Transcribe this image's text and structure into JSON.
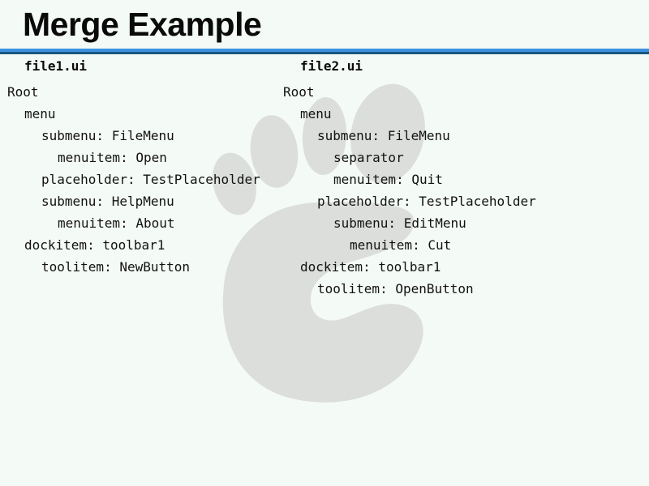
{
  "slide": {
    "title": "Merge Example",
    "background_color": "#f4faf5",
    "title_color": "#0a0a0a",
    "text_color": "#121212",
    "rule_light_color": "#3b92e0",
    "rule_dark_color": "#1b5580",
    "watermark_color": "#dcdedc",
    "watermark_icon": "gnome-foot-logo"
  },
  "columns": [
    {
      "heading": "file1.ui",
      "nodes": [
        {
          "text": "Root",
          "depth": 0
        },
        {
          "text": "menu",
          "depth": 1
        },
        {
          "text": "submenu: FileMenu",
          "depth": 2
        },
        {
          "text": "menuitem: Open",
          "depth": 3
        },
        {
          "text": "placeholder: TestPlaceholder",
          "depth": 2
        },
        {
          "text": "submenu: HelpMenu",
          "depth": 2
        },
        {
          "text": "menuitem: About",
          "depth": 3
        },
        {
          "text": "dockitem: toolbar1",
          "depth": 1
        },
        {
          "text": "toolitem: NewButton",
          "depth": 2
        }
      ]
    },
    {
      "heading": "file2.ui",
      "nodes": [
        {
          "text": "Root",
          "depth": 0
        },
        {
          "text": "menu",
          "depth": 1
        },
        {
          "text": "submenu: FileMenu",
          "depth": 2
        },
        {
          "text": "separator",
          "depth": 3
        },
        {
          "text": "menuitem: Quit",
          "depth": 3
        },
        {
          "text": "placeholder: TestPlaceholder",
          "depth": 2
        },
        {
          "text": "submenu: EditMenu",
          "depth": 3
        },
        {
          "text": "menuitem: Cut",
          "depth": 4
        },
        {
          "text": "dockitem: toolbar1",
          "depth": 1
        },
        {
          "text": "toolitem: OpenButton",
          "depth": 2
        }
      ]
    }
  ]
}
